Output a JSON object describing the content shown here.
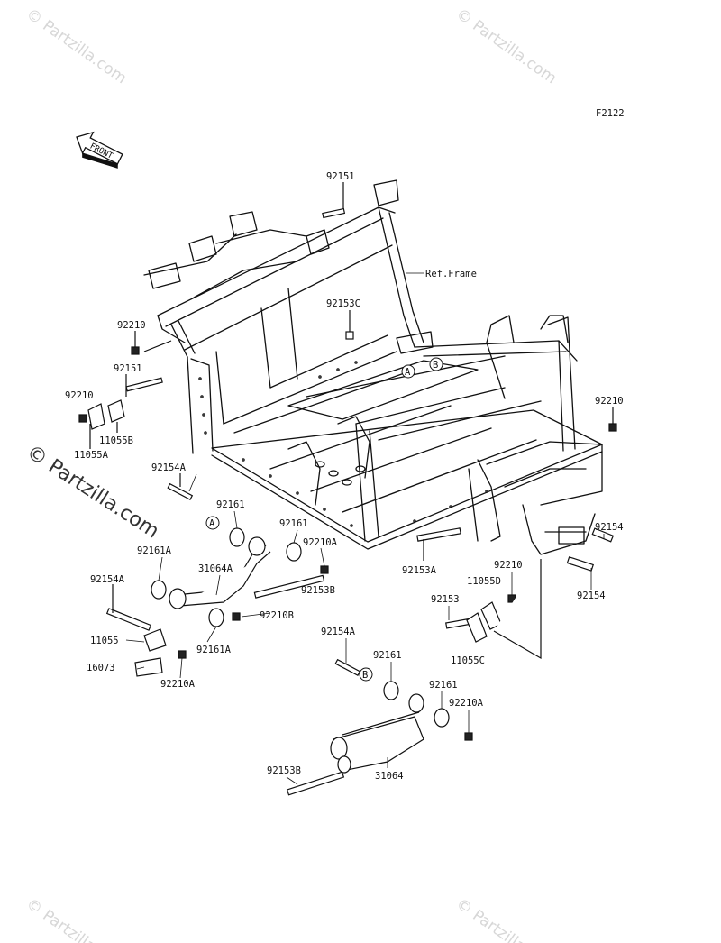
{
  "figure_code": "F2122",
  "front_arrow_text": "FRONT",
  "ref_frame_label": "Ref.Frame",
  "watermarks": {
    "side_text": "© Partzilla.com",
    "corner_text": "© Partzilla.com"
  },
  "callouts": {
    "a": "A",
    "b": "B"
  },
  "parts": {
    "p92151_top": "92151",
    "p92153C": "92153C",
    "p92210_left": "92210",
    "p92151_left": "92151",
    "p92210_left2": "92210",
    "p11055B": "11055B",
    "p11055A": "11055A",
    "p92210_right": "92210",
    "p92154A_1": "92154A",
    "p92161_1": "92161",
    "p92161_2": "92161",
    "p92210A_1": "92210A",
    "p92161A_1": "92161A",
    "p31064A": "31064A",
    "p92153A": "92153A",
    "p92153B_1": "92153B",
    "p92154A_2": "92154A",
    "p92210B": "92210B",
    "p11055": "11055",
    "p92161A_2": "92161A",
    "p16073": "16073",
    "p92210A_2": "92210A",
    "p92154_1": "92154",
    "p92154_2": "92154",
    "p92210_mid": "92210",
    "p11055D": "11055D",
    "p92153": "92153",
    "p11055C": "11055C",
    "p92154A_3": "92154A",
    "p92161_3": "92161",
    "p92161_4": "92161",
    "p92210A_3": "92210A",
    "p92153B_2": "92153B",
    "p31064": "31064"
  }
}
